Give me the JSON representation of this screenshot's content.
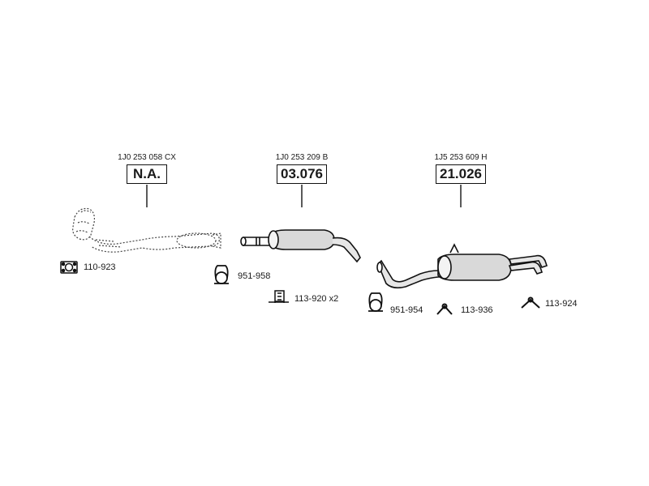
{
  "parts": [
    {
      "oem": "1J0 253 058 CX",
      "code": "N.A."
    },
    {
      "oem": "1J0 253 209 B",
      "code": "03.076"
    },
    {
      "oem": "1J5 253 609 H",
      "code": "21.026"
    }
  ],
  "fittings": [
    {
      "icon": "flange-gasket-icon",
      "label": "110-923"
    },
    {
      "icon": "clamp-icon",
      "label": "951-958"
    },
    {
      "icon": "rubber-mount-icon",
      "label": "113-920 x2"
    },
    {
      "icon": "clamp-icon",
      "label": "951-954"
    },
    {
      "icon": "hanger-icon",
      "label": "113-936"
    },
    {
      "icon": "hanger-icon",
      "label": "113-924"
    }
  ]
}
